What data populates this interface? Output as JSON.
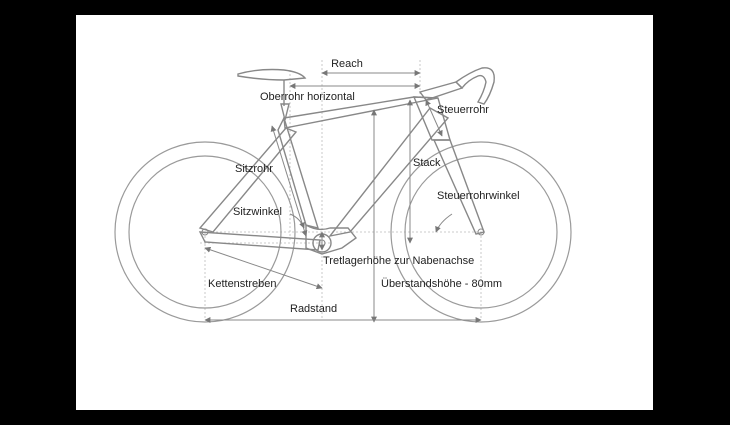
{
  "labels": {
    "reach": "Reach",
    "oberrohr": "Oberrohr horizontal",
    "steuerrohr": "Steuerrohr",
    "sitzrohr": "Sitzrohr",
    "stack": "Stack",
    "steuerrohrwinkel": "Steuerrohrwinkel",
    "sitzwinkel": "Sitzwinkel",
    "tretlager": "Tretlagerhöhe zur Nabenachse",
    "kettenstreben": "Kettenstreben",
    "ueberstand": "Überstandshöhe - 80mm",
    "radstand": "Radstand"
  },
  "colors": {
    "background": "#000000",
    "panel": "#ffffff",
    "line": "#888888",
    "text": "#222222"
  }
}
